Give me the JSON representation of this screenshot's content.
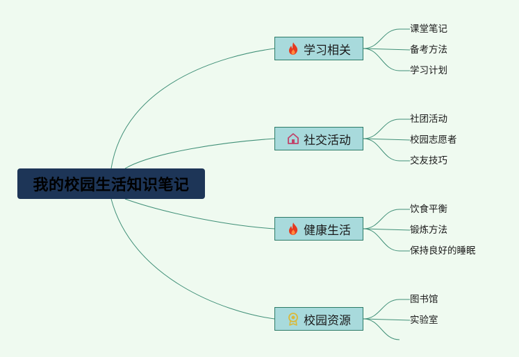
{
  "root": {
    "title": "我的校园生活知识笔记"
  },
  "branches": [
    {
      "label": "学习相关",
      "icon": "fire-icon",
      "leaves": [
        "课堂笔记",
        "备考方法",
        "学习计划"
      ]
    },
    {
      "label": "社交活动",
      "icon": "house-icon",
      "leaves": [
        "社团活动",
        "校园志愿者",
        "交友技巧"
      ]
    },
    {
      "label": "健康生活",
      "icon": "fire-icon",
      "leaves": [
        "饮食平衡",
        "锻炼方法",
        "保持良好的睡眠"
      ]
    },
    {
      "label": "校园资源",
      "icon": "award-ribbon-icon",
      "leaves": [
        "图书馆",
        "实验室",
        ""
      ]
    }
  ],
  "colors": {
    "background": "#effaf0",
    "root_fill": "#1d3557",
    "branch_fill": "#a8dadc",
    "branch_border": "#2b7a66",
    "link": "#3f8f77",
    "fire_icon": "#e63a1f",
    "house_icon": "#c0436a",
    "award_icon": "#d9b93a"
  }
}
